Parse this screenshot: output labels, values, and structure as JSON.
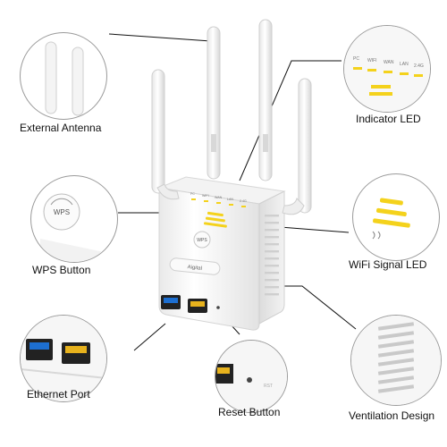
{
  "features": [
    {
      "id": "external-antenna",
      "label": "External Antenna",
      "icon": "antenna-pair-icon"
    },
    {
      "id": "wps-button",
      "label": "WPS Button",
      "icon": "wps-button-icon"
    },
    {
      "id": "ethernet-port",
      "label": "Ethernet Port",
      "icon": "ethernet-ports-icon"
    },
    {
      "id": "reset-button",
      "label": "Reset Button",
      "icon": "reset-pinhole-icon"
    },
    {
      "id": "indicator-led",
      "label": "Indicator LED",
      "icon": "indicator-led-panel-icon"
    },
    {
      "id": "wifi-signal-led",
      "label": "WiFi Signal LED",
      "icon": "wifi-signal-bars-icon"
    },
    {
      "id": "ventilation-design",
      "label": "Ventilation Design",
      "icon": "vent-grille-icon"
    }
  ],
  "device": {
    "brand_label": "Aigital",
    "wps_text": "WPS",
    "led_labels": [
      "PC",
      "WIFI",
      "WAN",
      "LAN",
      "2.4G"
    ]
  },
  "colors": {
    "led_yellow": "#f4d21c",
    "port_blue": "#1d6fd1",
    "port_yellow": "#e7b21d",
    "device_white": "#f7f7f7"
  }
}
